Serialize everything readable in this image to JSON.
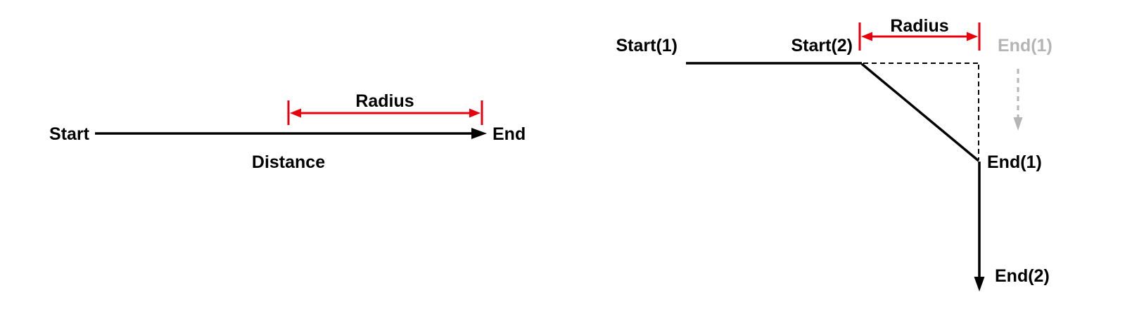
{
  "colors": {
    "black": "#000000",
    "red": "#e8000d",
    "gray": "#b5b5b5",
    "background": "#ffffff"
  },
  "left_diagram": {
    "start_label": "Start",
    "end_label": "End",
    "distance_label": "Distance",
    "radius_label": "Radius"
  },
  "right_diagram": {
    "start1_label": "Start(1)",
    "start2_label": "Start(2)",
    "radius_label": "Radius",
    "end1_ghost_label": "End(1)",
    "end1_label": "End(1)",
    "end2_label": "End(2)"
  }
}
